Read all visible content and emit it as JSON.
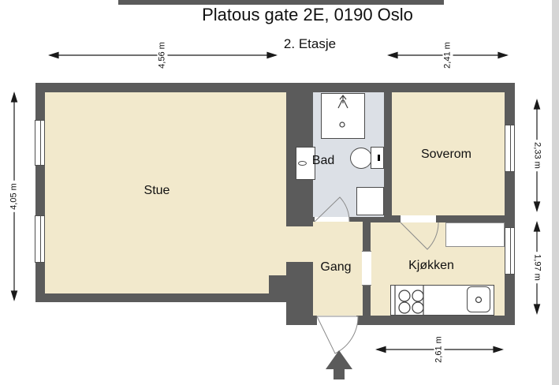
{
  "header": {
    "title": "Platous gate 2E, 0190 Oslo",
    "subtitle": "2. Etasje"
  },
  "rooms": {
    "stue": "Stue",
    "bad": "Bad",
    "soverom": "Soverom",
    "gang": "Gang",
    "kjokken": "Kjøkken"
  },
  "dimensions": {
    "stue_width": "4,56 m",
    "soverom_width": "2,41 m",
    "stue_height": "4,05 m",
    "soverom_height": "2,33 m",
    "kjokken_height": "1,97 m",
    "kjokken_width": "2,61 m"
  },
  "icons": {
    "entrance_arrow": "solid upward arrow at main entrance",
    "shower": "shower-head glyph in shower cabin",
    "shower_drain": "small circle drain",
    "toilet": "toilet bowl with cistern",
    "bathroom_sink": "wall-mounted washbasin",
    "stove": "four-burner cooktop circles",
    "kitchen_sink": "kitchen sink basin with drain"
  },
  "colors": {
    "wall": "#5b5b5b",
    "room_floor": "#f2e9cc",
    "bath_floor": "#dce0e6",
    "dim_line": "#1a1a1a"
  }
}
